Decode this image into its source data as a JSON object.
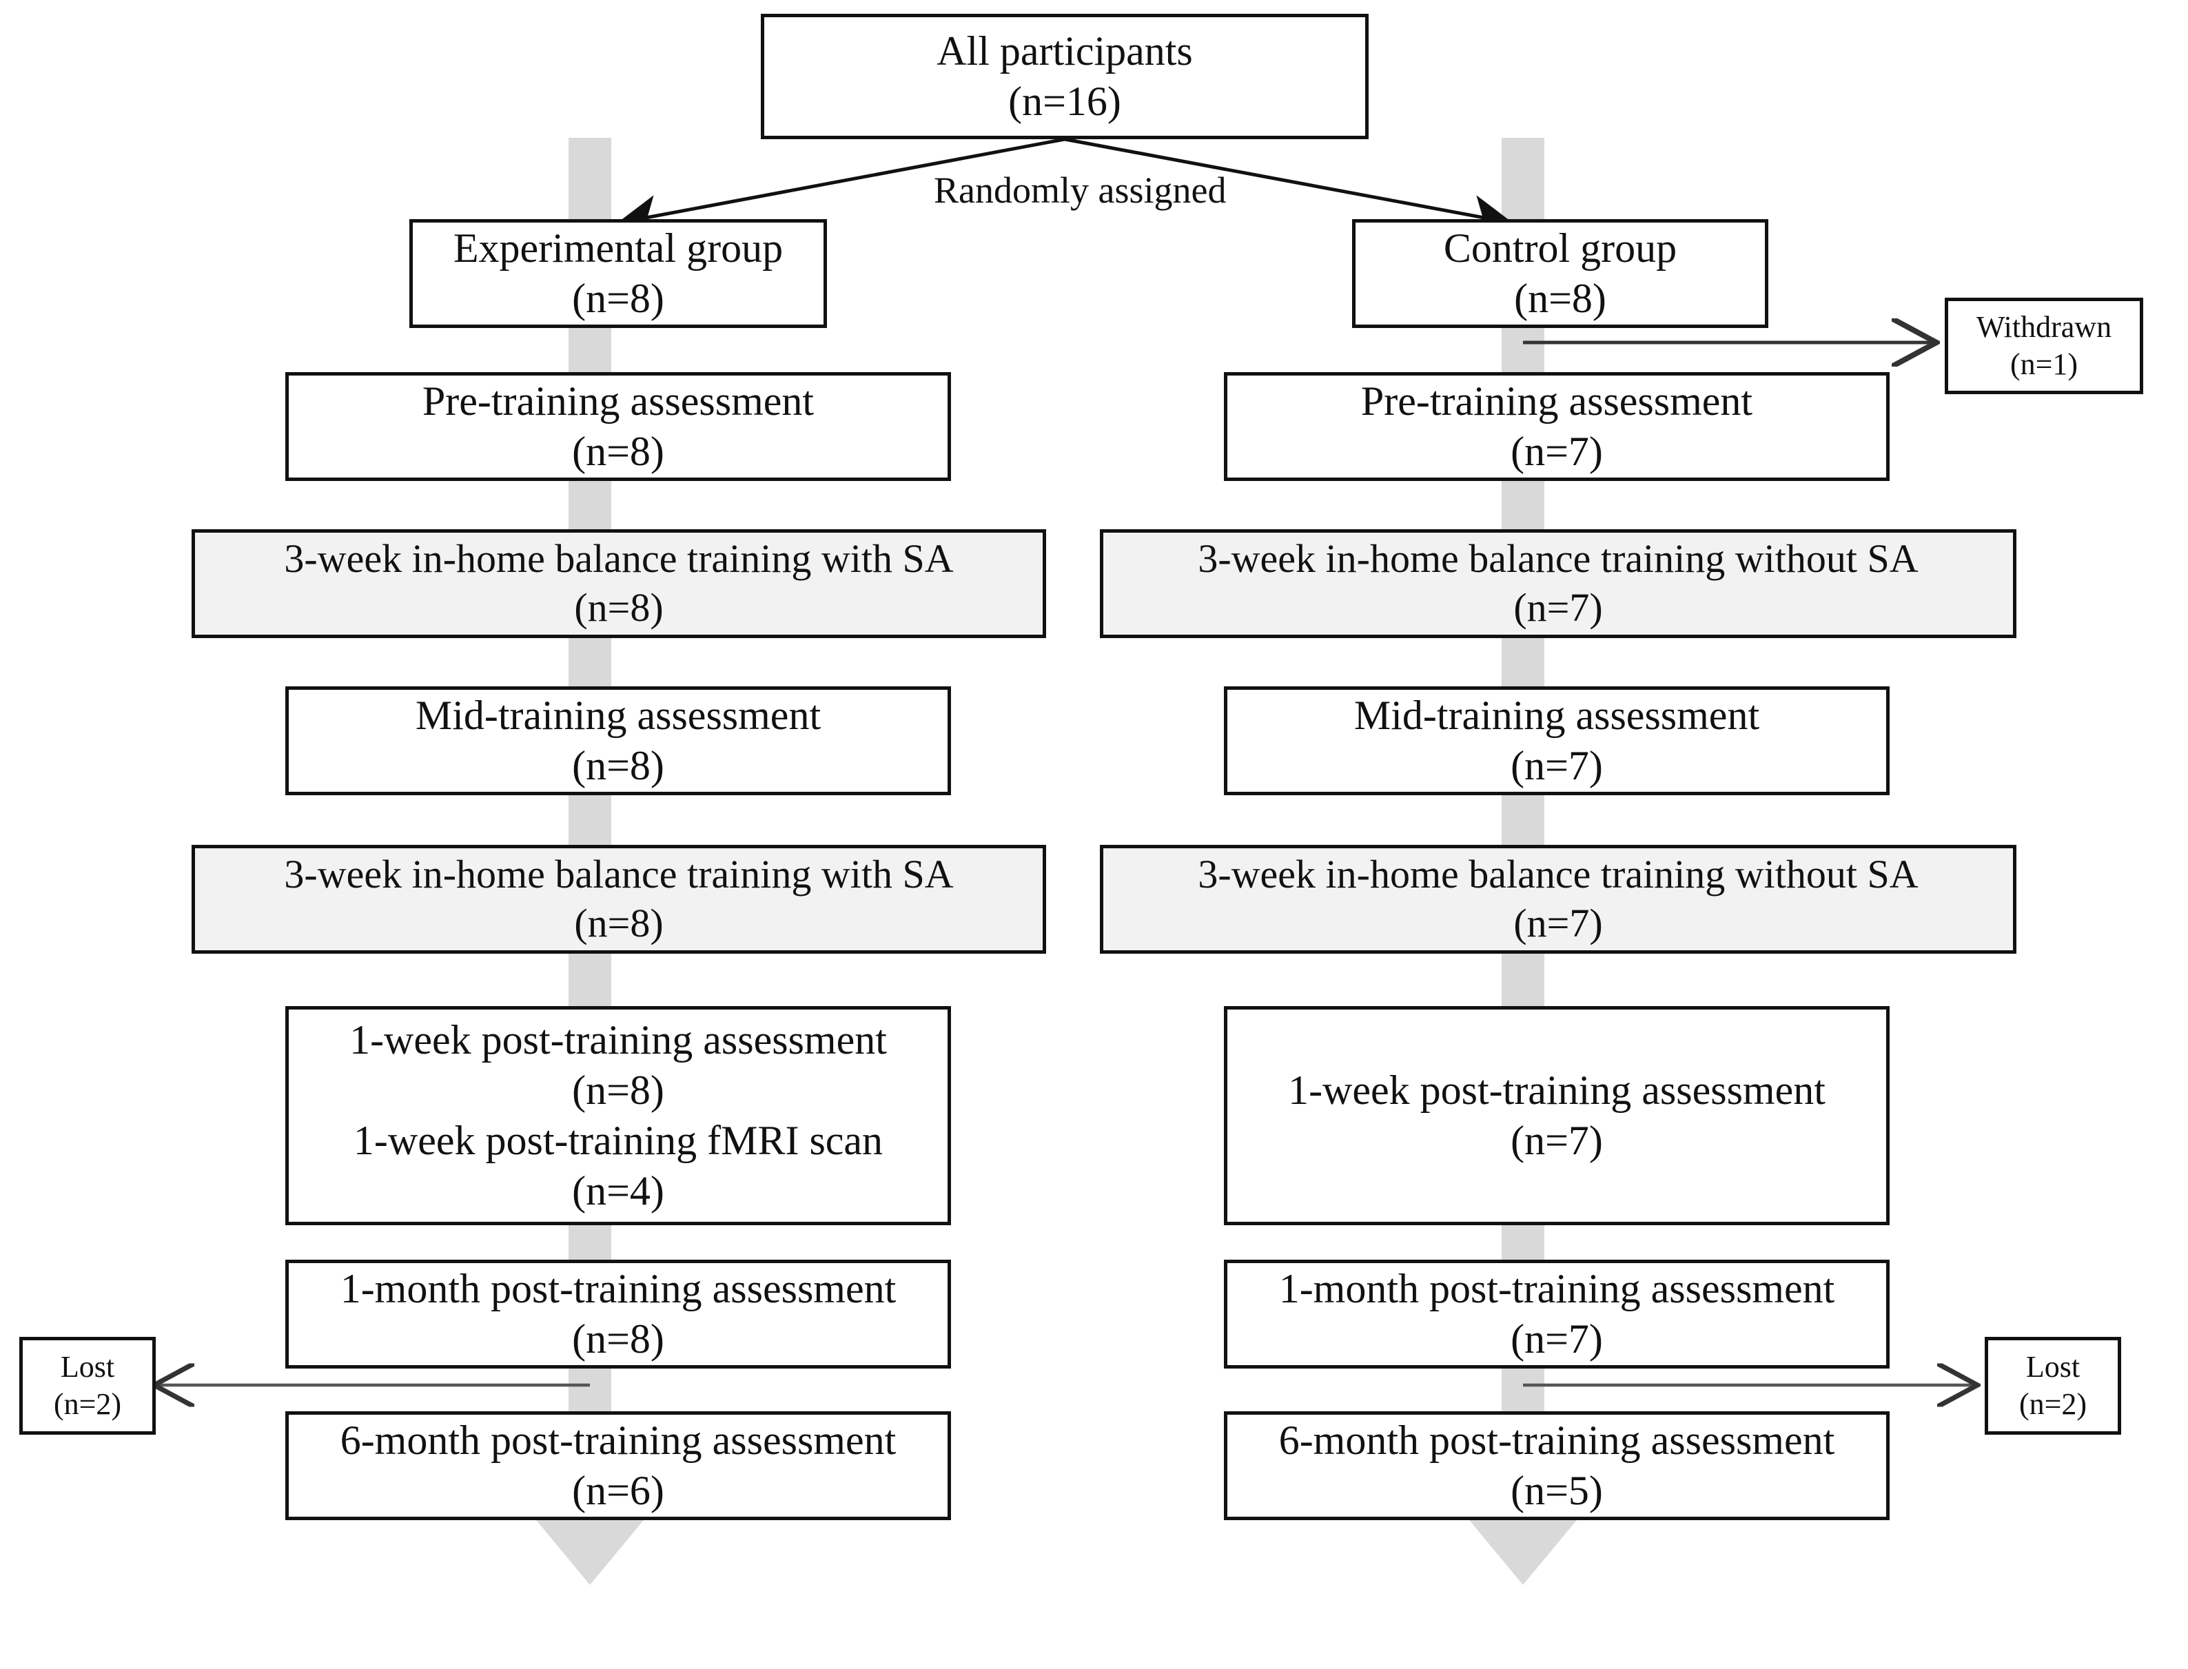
{
  "figure": {
    "kind": "participant-flow-diagram",
    "branch_label": "Randomly assigned",
    "colors": {
      "stroke": "#111111",
      "box_fill": "#ffffff",
      "shaded_fill": "#f2f2f2",
      "band_fill": "#d9d9d9"
    }
  },
  "root": {
    "title": "All participants",
    "count": "(n=16)"
  },
  "arms": {
    "experimental": {
      "header": {
        "title": "Experimental group",
        "count": "(n=8)"
      },
      "steps": [
        {
          "title": "Pre-training assessment",
          "count": "(n=8)",
          "shaded": false
        },
        {
          "title": "3-week in-home balance training with SA",
          "count": "(n=8)",
          "shaded": true
        },
        {
          "title": "Mid-training assessment",
          "count": "(n=8)",
          "shaded": false
        },
        {
          "title": "3-week in-home balance training with SA",
          "count": "(n=8)",
          "shaded": true
        },
        {
          "title": "1-week post-training assessment",
          "count": "(n=8)",
          "title2": "1-week post-training fMRI scan",
          "count2": "(n=4)",
          "shaded": false
        },
        {
          "title": "1-month post-training assessment",
          "count": "(n=8)",
          "shaded": false
        },
        {
          "title": "6-month post-training assessment",
          "count": "(n=6)",
          "shaded": false
        }
      ]
    },
    "control": {
      "header": {
        "title": "Control group",
        "count": "(n=8)"
      },
      "steps": [
        {
          "title": "Pre-training assessment",
          "count": "(n=7)",
          "shaded": false
        },
        {
          "title": "3-week in-home balance training without SA",
          "count": "(n=7)",
          "shaded": true
        },
        {
          "title": "Mid-training assessment",
          "count": "(n=7)",
          "shaded": false
        },
        {
          "title": "3-week in-home balance training without SA",
          "count": "(n=7)",
          "shaded": true
        },
        {
          "title": "1-week post-training assessment",
          "count": "(n=7)",
          "shaded": false
        },
        {
          "title": "1-month post-training assessment",
          "count": "(n=7)",
          "shaded": false
        },
        {
          "title": "6-month post-training assessment",
          "count": "(n=5)",
          "shaded": false
        }
      ]
    }
  },
  "dropouts": {
    "withdrawn": {
      "title": "Withdrawn",
      "count": "(n=1)"
    },
    "lost_left": {
      "title": "Lost",
      "count": "(n=2)"
    },
    "lost_right": {
      "title": "Lost",
      "count": "(n=2)"
    }
  }
}
